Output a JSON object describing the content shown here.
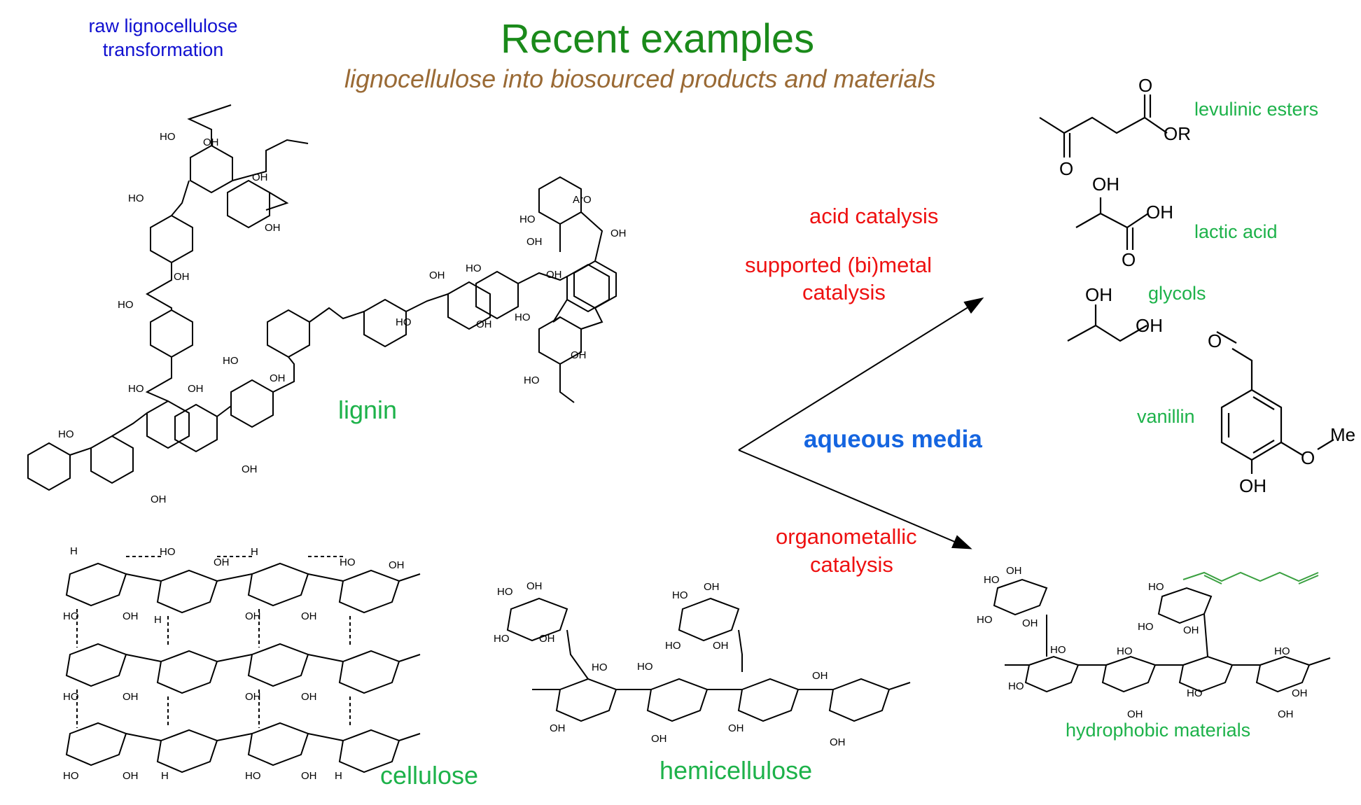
{
  "header": {
    "title": "Recent examples",
    "subtitle": "lignocellulose into biosourced products and materials",
    "corner_note": "raw lignocellulose transformation"
  },
  "feedstock": {
    "lignin": "lignin",
    "cellulose": "cellulose",
    "hemicellulose": "hemicellulose"
  },
  "conditions": {
    "acid": "acid catalysis",
    "supported_line1": "supported (bi)metal",
    "supported_line2": "catalysis",
    "medium": "aqueous media",
    "organo_line1": "organometallic",
    "organo_line2": "catalysis"
  },
  "products": {
    "levulinic": "levulinic esters",
    "lactic": "lactic acid",
    "glycols": "glycols",
    "vanillin": "vanillin",
    "hydrophobic": "hydrophobic materials"
  },
  "atoms": {
    "OH": "OH",
    "O": "O",
    "OR": "OR",
    "Me": "Me",
    "H": "H",
    "HO": "HO",
    "ArO": "ArO"
  },
  "colors": {
    "title": "#1a8a1a",
    "subtitle": "#9a6a35",
    "corner": "#1010d0",
    "label_green": "#1db24a",
    "condition_red": "#ee1111",
    "medium_blue": "#1565e0",
    "structure": "#000000",
    "chain": "#3aa040"
  }
}
